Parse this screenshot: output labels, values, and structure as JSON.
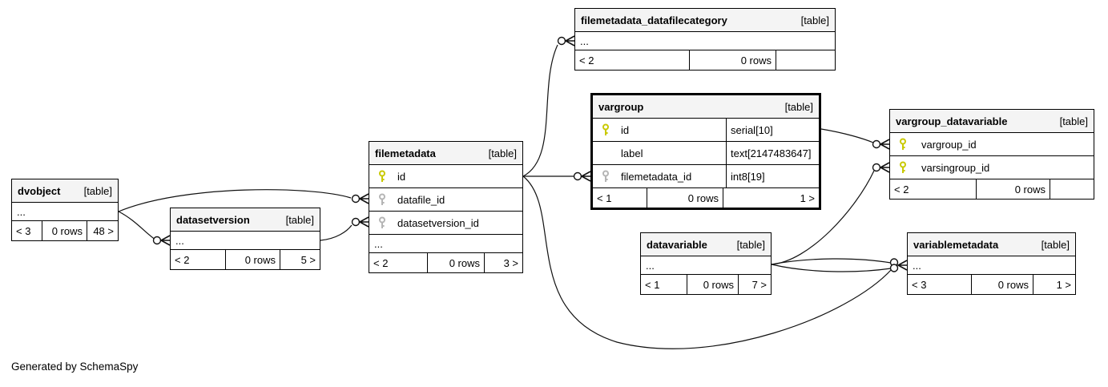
{
  "diagram": {
    "note": "Generated by SchemaSpy"
  },
  "colors": {
    "primary_key_icon": "#c9c900",
    "foreign_key_icon": "#b5b5b5",
    "header_bg": "#f4f4f4",
    "border": "#000000"
  },
  "tables": {
    "dvobject": {
      "name": "dvobject",
      "tag": "[table]",
      "ellipsis": "...",
      "footer": [
        "< 3",
        "0 rows",
        "48 >"
      ]
    },
    "datasetversion": {
      "name": "datasetversion",
      "tag": "[table]",
      "ellipsis": "...",
      "footer": [
        "< 2",
        "0 rows",
        "5 >"
      ]
    },
    "filemetadata": {
      "name": "filemetadata",
      "tag": "[table]",
      "columns": [
        {
          "name": "id",
          "key": "primary"
        },
        {
          "name": "datafile_id",
          "key": "foreign"
        },
        {
          "name": "datasetversion_id",
          "key": "foreign"
        }
      ],
      "ellipsis": "...",
      "footer": [
        "< 2",
        "0 rows",
        "3 >"
      ]
    },
    "filemetadata_datafilecategory": {
      "name": "filemetadata_datafilecategory",
      "tag": "[table]",
      "ellipsis": "...",
      "footer": [
        "< 2",
        "0 rows",
        ""
      ]
    },
    "vargroup": {
      "name": "vargroup",
      "tag": "[table]",
      "columns": [
        {
          "name": "id",
          "type": "serial[10]",
          "key": "primary"
        },
        {
          "name": "label",
          "type": "text[2147483647]",
          "key": "none"
        },
        {
          "name": "filemetadata_id",
          "type": "int8[19]",
          "key": "foreign"
        }
      ],
      "footer": [
        "< 1",
        "0 rows",
        "1 >"
      ]
    },
    "vargroup_datavariable": {
      "name": "vargroup_datavariable",
      "tag": "[table]",
      "columns": [
        {
          "name": "vargroup_id",
          "key": "primary"
        },
        {
          "name": "varsingroup_id",
          "key": "primary"
        }
      ],
      "footer": [
        "< 2",
        "0 rows",
        ""
      ]
    },
    "datavariable": {
      "name": "datavariable",
      "tag": "[table]",
      "ellipsis": "...",
      "footer": [
        "< 1",
        "0 rows",
        "7 >"
      ]
    },
    "variablemetadata": {
      "name": "variablemetadata",
      "tag": "[table]",
      "ellipsis": "...",
      "footer": [
        "< 3",
        "0 rows",
        "1 >"
      ]
    }
  },
  "connections": [
    {
      "from": "dvobject",
      "to": "filemetadata.datafile_id"
    },
    {
      "from": "dvobject",
      "to": "datasetversion"
    },
    {
      "from": "datasetversion",
      "to": "filemetadata.datasetversion_id"
    },
    {
      "from": "filemetadata.id",
      "to": "filemetadata_datafilecategory"
    },
    {
      "from": "filemetadata.id",
      "to": "vargroup.filemetadata_id"
    },
    {
      "from": "filemetadata.id",
      "to": "variablemetadata"
    },
    {
      "from": "vargroup.id",
      "to": "vargroup_datavariable.vargroup_id"
    },
    {
      "from": "datavariable",
      "to": "vargroup_datavariable.varsingroup_id"
    },
    {
      "from": "datavariable",
      "to": "variablemetadata"
    },
    {
      "from": "datavariable",
      "to": "variablemetadata"
    }
  ]
}
